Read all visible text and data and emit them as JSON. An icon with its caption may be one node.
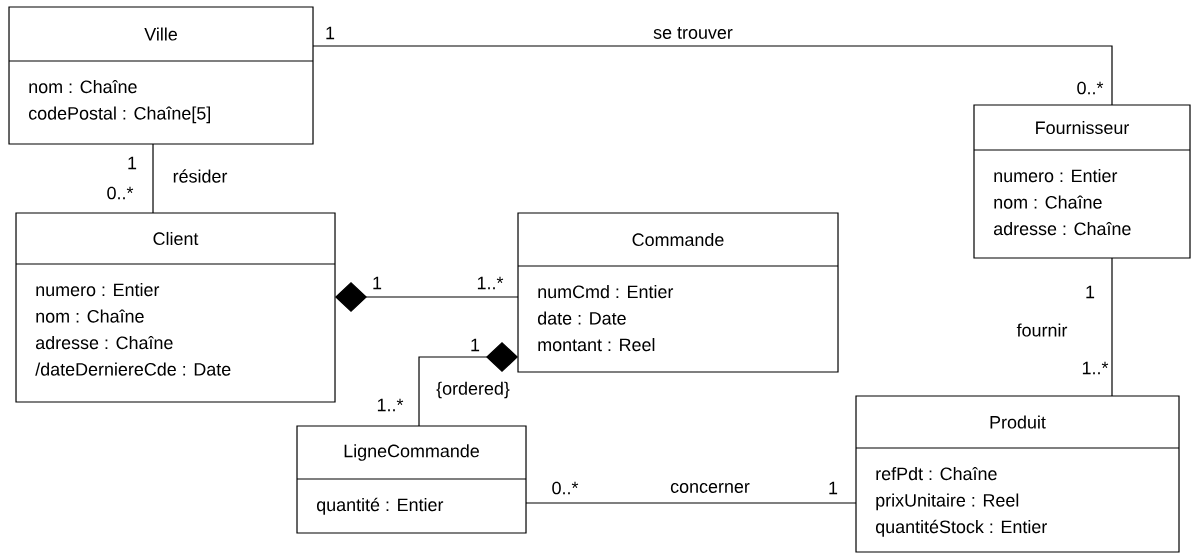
{
  "diagram": {
    "nodes": [
      {
        "text": [
          "Ville",
          "nom : Chaîne",
          "codePostal : Chaîne[5]"
        ]
      },
      {
        "text": [
          "Fournisseur",
          "numero : Entier",
          "nom : Chaîne",
          "adresse : Chaîne"
        ]
      },
      {
        "text": [
          "Client",
          "numero : Entier",
          "nom : Chaîne",
          "adresse : Chaîne",
          "/dateDerniereCde : Date"
        ]
      },
      {
        "text": [
          "Commande",
          "numCmd : Entier",
          "date : Date",
          "montant : Reel"
        ]
      },
      {
        "text": [
          "LigneCommande",
          "quantité : Entier"
        ]
      },
      {
        "text": [
          "Produit",
          "refPdt : Chaîne",
          "prixUnitaire : Reel",
          "quantitéStock : Entier"
        ]
      }
    ],
    "edges": [
      {
        "from": 0,
        "to": 1,
        "arrow": "none",
        "label": "se trouver"
      },
      {
        "from": 0,
        "to": 2,
        "arrow": "none",
        "label": "résider"
      },
      {
        "from": 2,
        "to": 3,
        "arrow": "other"
      },
      {
        "from": 3,
        "to": 4,
        "arrow": "other"
      },
      {
        "from": 1,
        "to": 5,
        "arrow": "none",
        "label": "fournir"
      },
      {
        "from": 4,
        "to": 5,
        "arrow": "none",
        "label": "concerner"
      }
    ],
    "labels": [
      "1",
      "0..*",
      "1",
      "0..*",
      "1",
      "1..*",
      "1",
      "1",
      "1..*",
      "{ordered}",
      "1..*",
      "0..*",
      "1"
    ]
  }
}
